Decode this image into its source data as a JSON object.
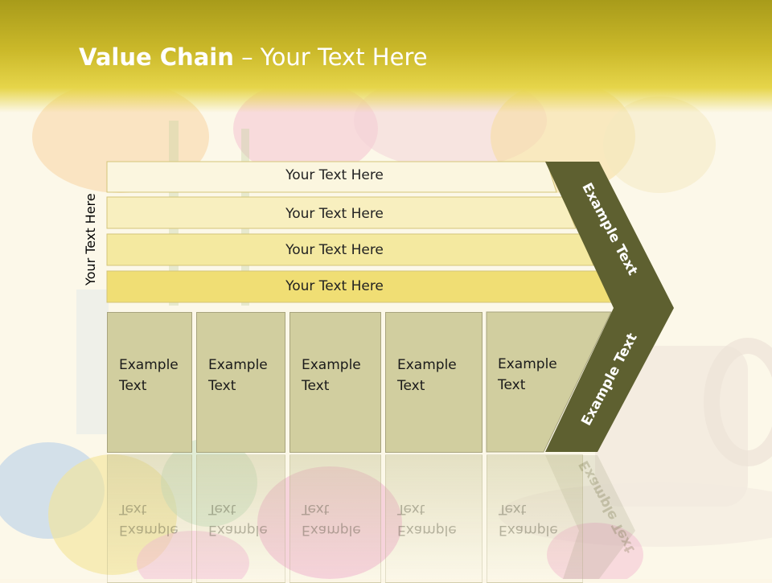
{
  "title": {
    "bold": "Value Chain",
    "rest": " – Your Text Here"
  },
  "side_label": "Your Text Here",
  "bars": [
    "Your Text Here",
    "Your Text Here",
    "Your Text Here",
    "Your Text Here"
  ],
  "activities": [
    {
      "line1": "Example",
      "line2": "Text"
    },
    {
      "line1": "Example",
      "line2": "Text"
    },
    {
      "line1": "Example",
      "line2": "Text"
    },
    {
      "line1": "Example",
      "line2": "Text"
    },
    {
      "line1": "Example",
      "line2": "Text"
    }
  ],
  "chevron_upper": "Example Text",
  "chevron_lower": "Example Text",
  "colors": {
    "title_band": "#c2b222",
    "chevron": "#5e6030",
    "bar_1": "#fbf6df",
    "bar_2": "#f8efbf",
    "bar_3": "#f4e9a0",
    "bar_4": "#f0de74",
    "activity_box": "#d1ce9f"
  }
}
